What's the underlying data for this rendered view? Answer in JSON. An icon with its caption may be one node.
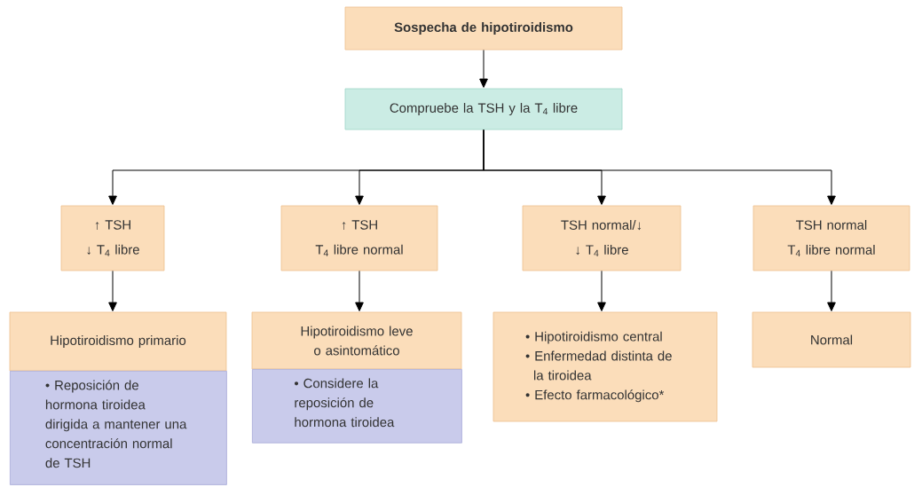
{
  "diagram": {
    "nodes": [
      {
        "text": [
          "Sospecha de hipotiroidismo"
        ]
      },
      {
        "text": [
          "Compruebe la TSH y la T$_{4}$ libre"
        ]
      },
      {
        "text": [
          "↑ TSH",
          "↓ T$_{4}$ libre"
        ]
      },
      {
        "text": [
          "↑ TSH",
          "T$_{4}$ libre normal"
        ]
      },
      {
        "text": [
          "TSH normal/↓",
          "↓ T$_{4}$ libre"
        ]
      },
      {
        "text": [
          "TSH normal",
          "T$_{4}$ libre normal"
        ]
      },
      {
        "text": [
          "Hipotiroidismo primario",
          "• Reposición de hormona tiroidea dirigida a mantener una concentración normal de TSH"
        ]
      },
      {
        "text": [
          "Hipotiroidismo leve o asintomático",
          "• Considere la reposición de hormona tiroidea"
        ]
      },
      {
        "text": [
          "• Hipotiroidismo central",
          "• Enfermedad distinta de la tiroidea",
          "• Efecto farmacológico*"
        ]
      },
      {
        "text": [
          "Normal"
        ]
      }
    ],
    "edges": [
      {
        "from": 0,
        "to": 1,
        "arrow": "to"
      },
      {
        "from": 1,
        "to": 2,
        "arrow": "to"
      },
      {
        "from": 1,
        "to": 3,
        "arrow": "to"
      },
      {
        "from": 1,
        "to": 4,
        "arrow": "to"
      },
      {
        "from": 1,
        "to": 5,
        "arrow": "to"
      },
      {
        "from": 2,
        "to": 6,
        "arrow": "to"
      },
      {
        "from": 3,
        "to": 7,
        "arrow": "to"
      },
      {
        "from": 4,
        "to": 8,
        "arrow": "to"
      },
      {
        "from": 5,
        "to": 9,
        "arrow": "to"
      }
    ]
  }
}
